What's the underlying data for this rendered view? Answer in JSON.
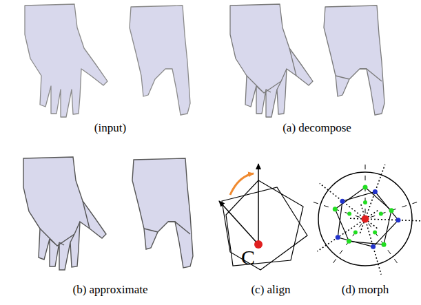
{
  "diagram": {
    "labels": [
      "(input)",
      "(a) decompose",
      "(b) approximate",
      "(c) align",
      "(d) morph",
      "C"
    ]
  }
}
